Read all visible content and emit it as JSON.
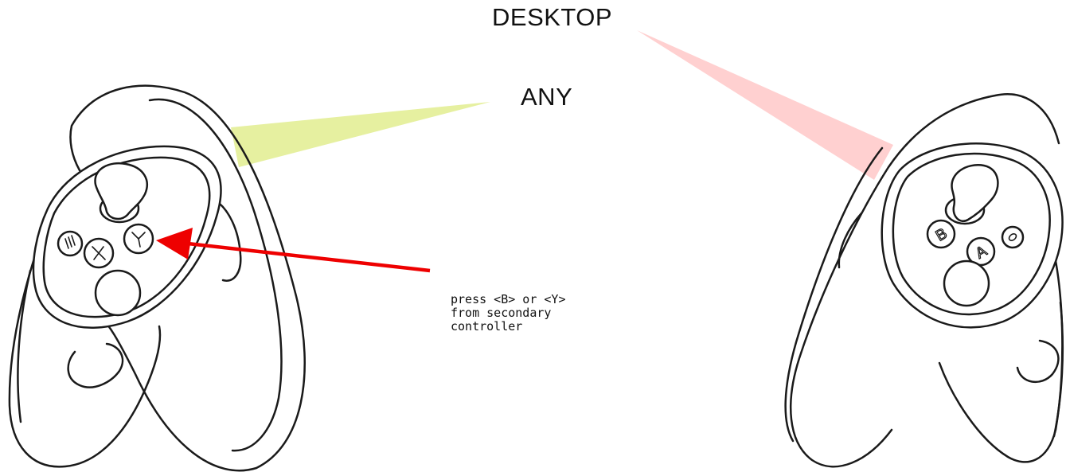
{
  "labels": {
    "desktop": "DESKTOP",
    "any": "ANY",
    "instruction_lines": [
      "press <B> or <Y>",
      "from secondary",
      "controller"
    ]
  },
  "controllers": {
    "left": {
      "buttons": [
        "X",
        "Y"
      ],
      "menu_icon": "menu-lines-icon"
    },
    "right": {
      "buttons": [
        "A",
        "B"
      ],
      "system_icon": "oculus-icon"
    }
  },
  "colors": {
    "desktop_beam": "#ffd0d0",
    "any_beam": "#e6f0a0",
    "arrow": "#ee0000",
    "outline": "#1a1a1a"
  }
}
